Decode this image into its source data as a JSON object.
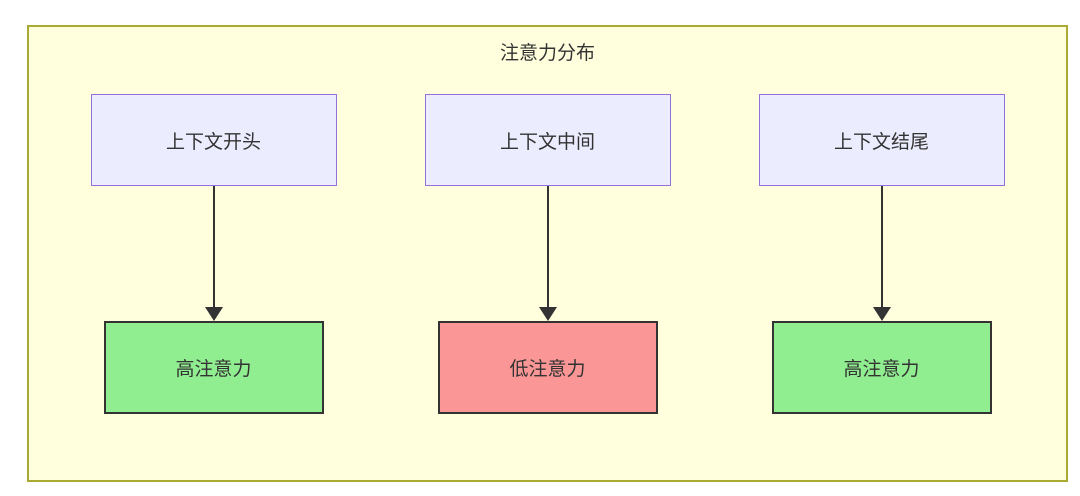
{
  "diagram": {
    "title": "注意力分布",
    "columns": [
      {
        "source": "上下文开头",
        "target": "高注意力",
        "target_fill": "#90EE90"
      },
      {
        "source": "上下文中间",
        "target": "低注意力",
        "target_fill": "#FA9696"
      },
      {
        "source": "上下文结尾",
        "target": "高注意力",
        "target_fill": "#90EE90"
      }
    ],
    "colors": {
      "frame_background": "#FFFFDE",
      "frame_border": "#AAAA33",
      "source_node_fill": "#ECECFF",
      "source_node_border": "#9370DB",
      "target_node_border": "#333333",
      "high_attention_fill": "#90EE90",
      "low_attention_fill": "#FA9696",
      "arrow": "#333333",
      "text": "#333333"
    }
  }
}
